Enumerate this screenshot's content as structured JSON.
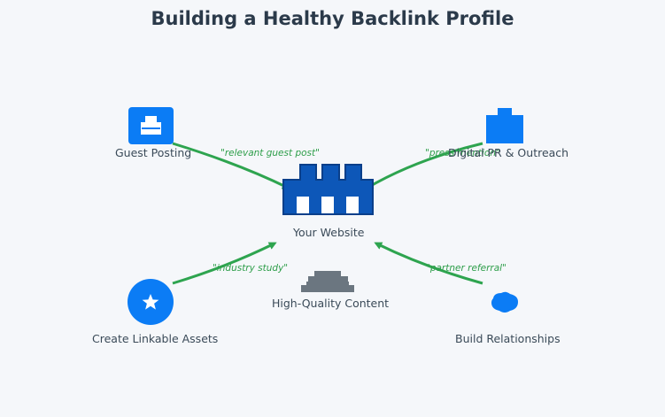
{
  "title": "Building a Healthy Backlink Profile",
  "colors": {
    "background": "#f5f7fa",
    "title": "#2b3a4a",
    "node_blue": "#0b7cf5",
    "website_fill": "#0d57b8",
    "website_stroke": "#0a3f8a",
    "content_gray": "#6b7680",
    "arrow_green": "#2ea44f"
  },
  "nodes": {
    "center": {
      "label": "Your Website",
      "icon": "website-castle-icon"
    },
    "guest_posting": {
      "label": "Guest Posting",
      "icon": "briefcase-icon"
    },
    "digital_pr": {
      "label": "Digital PR & Outreach",
      "icon": "building-icon"
    },
    "linkable_assets": {
      "label": "Create Linkable Assets",
      "icon": "star-icon"
    },
    "relationships": {
      "label": "Build Relationships",
      "icon": "handshake-icon"
    },
    "content": {
      "label": "High-Quality Content",
      "icon": "stacked-layers-icon"
    }
  },
  "edges": [
    {
      "from": "Guest Posting",
      "to": "Your Website",
      "label": "\"relevant guest post\""
    },
    {
      "from": "Digital PR & Outreach",
      "to": "Your Website",
      "label": "\"press mention\""
    },
    {
      "from": "Create Linkable Assets",
      "to": "Your Website",
      "label": "\"industry study\""
    },
    {
      "from": "Build Relationships",
      "to": "Your Website",
      "label": "\"partner referral\""
    }
  ]
}
